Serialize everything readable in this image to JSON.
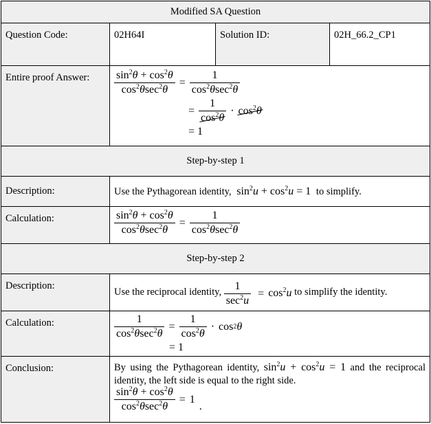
{
  "title": "Modified SA Question",
  "question_code_label": "Question Code:",
  "question_code": "02H64I",
  "solution_id_label": "Solution ID:",
  "solution_id": "02H_66.2_CP1",
  "entire_proof_label": "Entire proof  Answer:",
  "step1_title": "Step-by-step 1",
  "description_label": "Description:",
  "calculation_label": "Calculation:",
  "step1_desc_pre": "Use the Pythagorean identity,",
  "step1_desc_post": "to simplify.",
  "step2_title": "Step-by-step 2",
  "step2_desc_pre": "Use the reciprocal identity,",
  "step2_desc_post": "to simplify the identity.",
  "conclusion_label": "Conclusion:",
  "conclusion_pre": "By using the Pythagorean identity,",
  "conclusion_mid": "and the reciprocal identity, the left side is equal to the right side.",
  "conclusion_end": ".",
  "math": {
    "one": "1",
    "eq": "=",
    "plus": "+",
    "cdot": "·",
    "sin2theta": "sin",
    "cos": "cos",
    "sec": "sec",
    "theta": "θ",
    "u": "u",
    "two": "2"
  }
}
